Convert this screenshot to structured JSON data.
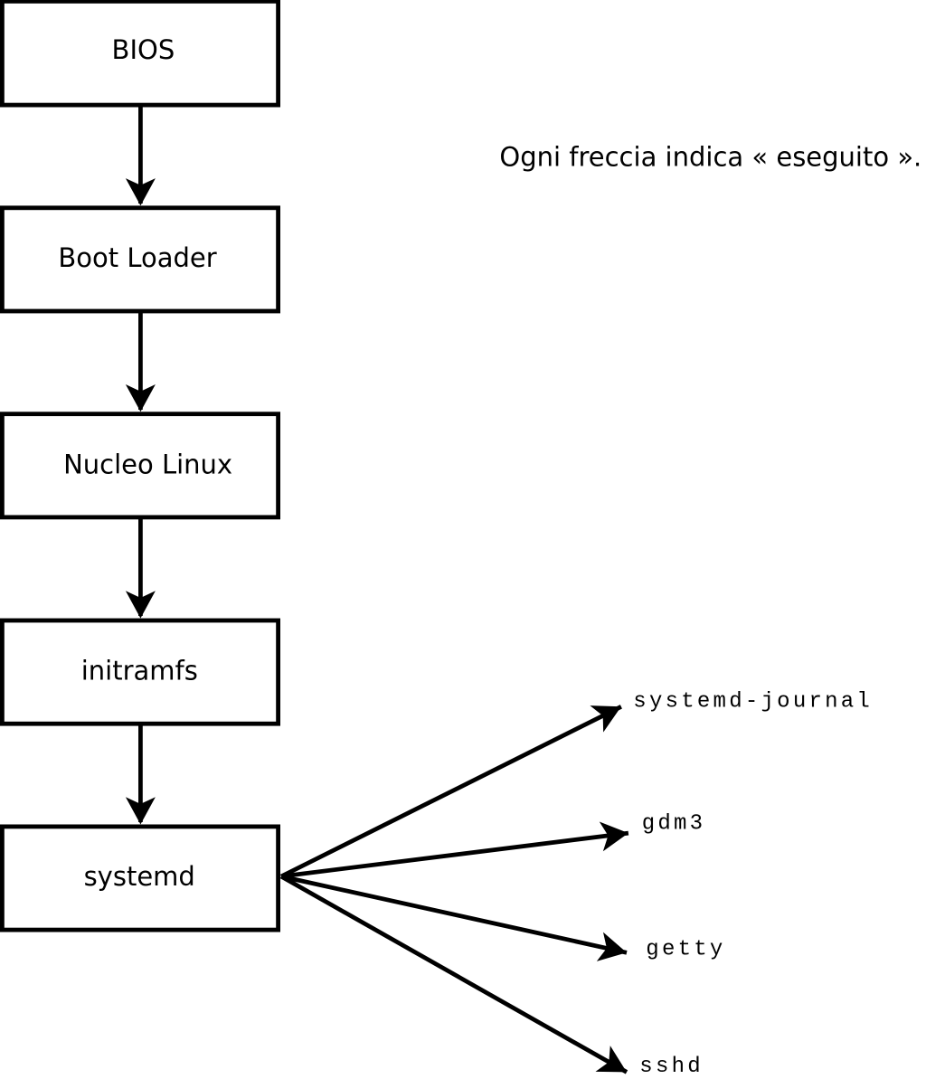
{
  "diagram": {
    "caption": "Ogni freccia indica « eseguito ».",
    "nodes": [
      {
        "id": "bios",
        "label": "BIOS"
      },
      {
        "id": "boot-loader",
        "label": "Boot Loader"
      },
      {
        "id": "nucleo-linux",
        "label": "Nucleo Linux"
      },
      {
        "id": "initramfs",
        "label": "initramfs"
      },
      {
        "id": "systemd",
        "label": "systemd"
      }
    ],
    "services": [
      {
        "id": "systemd-journal",
        "label": "systemd-journal"
      },
      {
        "id": "gdm3",
        "label": "gdm3"
      },
      {
        "id": "getty",
        "label": "getty"
      },
      {
        "id": "sshd",
        "label": "sshd"
      }
    ],
    "edges": [
      {
        "from": "BIOS",
        "to": "Boot Loader"
      },
      {
        "from": "Boot Loader",
        "to": "Nucleo Linux"
      },
      {
        "from": "Nucleo Linux",
        "to": "initramfs"
      },
      {
        "from": "initramfs",
        "to": "systemd"
      },
      {
        "from": "systemd",
        "to": "systemd-journal"
      },
      {
        "from": "systemd",
        "to": "gdm3"
      },
      {
        "from": "systemd",
        "to": "getty"
      },
      {
        "from": "systemd",
        "to": "sshd"
      }
    ],
    "colors": {
      "stroke": "#000000",
      "background": "#ffffff",
      "box_fill": "#ffffff"
    }
  }
}
